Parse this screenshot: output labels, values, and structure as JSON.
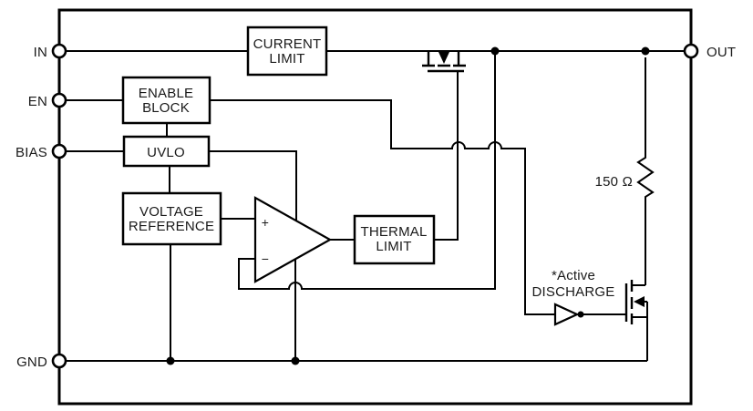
{
  "pins": {
    "in": "IN",
    "en": "EN",
    "bias": "BIAS",
    "gnd": "GND",
    "out": "OUT"
  },
  "blocks": {
    "current_limit": {
      "line1": "CURRENT",
      "line2": "LIMIT"
    },
    "enable_block": {
      "line1": "ENABLE",
      "line2": "BLOCK"
    },
    "uvlo": {
      "label": "UVLO"
    },
    "voltage_reference": {
      "line1": "VOLTAGE",
      "line2": "REFERENCE"
    },
    "thermal_limit": {
      "line1": "THERMAL",
      "line2": "LIMIT"
    }
  },
  "error_amplifier": {
    "plus": "+",
    "minus": "−"
  },
  "components": {
    "output_resistor": {
      "label": "150 Ω"
    },
    "active_discharge": {
      "line1": "*Active",
      "line2": "DISCHARGE"
    }
  },
  "colors": {
    "line": "#000000",
    "background": "#ffffff",
    "text": "#1a1a1a"
  }
}
